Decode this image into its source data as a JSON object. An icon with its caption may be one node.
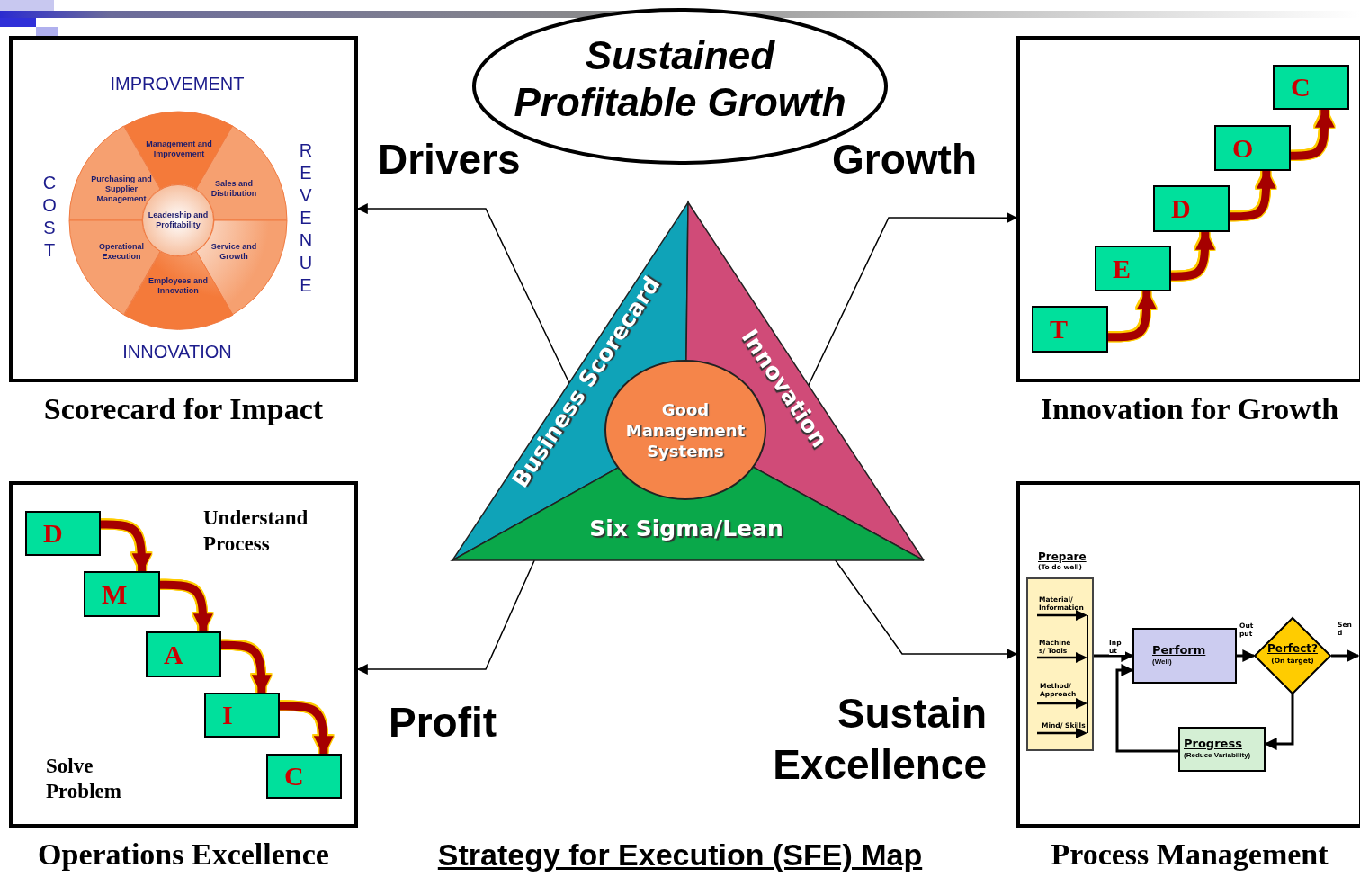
{
  "diagram": {
    "caption": "Strategy for Execution (SFE) Map",
    "nodes": [
      {
        "text": [
          "Sustained Profitable Growth"
        ]
      },
      {
        "text": [
          "Scorecard for Impact"
        ]
      },
      {
        "text": [
          "Management and Improvement"
        ],
        "in": 1
      },
      {
        "text": [
          "Purchasing and Supplier Management"
        ],
        "in": 1
      },
      {
        "text": [
          "Sales and Distribution"
        ],
        "in": 1
      },
      {
        "text": [
          "Leadership and Profitability"
        ],
        "in": 1
      },
      {
        "text": [
          "Operational Execution"
        ],
        "in": 1
      },
      {
        "text": [
          "Service and Growth"
        ],
        "in": 1
      },
      {
        "text": [
          "Employees and Innovation"
        ],
        "in": 1
      },
      {
        "text": [
          "Innovation for Growth"
        ]
      },
      {
        "text": [
          "T"
        ],
        "in": 9
      },
      {
        "text": [
          "E"
        ],
        "in": 9
      },
      {
        "text": [
          "D"
        ],
        "in": 9
      },
      {
        "text": [
          "O"
        ],
        "in": 9
      },
      {
        "text": [
          "C"
        ],
        "in": 9
      },
      {
        "text": [
          "Business Scorecard"
        ]
      },
      {
        "text": [
          "Innovation"
        ]
      },
      {
        "text": [
          "Good Management Systems"
        ]
      },
      {
        "text": [
          "Six Sigma/Lean"
        ]
      },
      {
        "text": [
          "Operations Excellence"
        ]
      },
      {
        "text": [
          "D"
        ],
        "in": 19
      },
      {
        "text": [
          "M"
        ],
        "in": 19
      },
      {
        "text": [
          "A"
        ],
        "in": 19
      },
      {
        "text": [
          "I"
        ],
        "in": 19
      },
      {
        "text": [
          "C"
        ],
        "in": 19
      },
      {
        "text": [
          "Process Management"
        ]
      },
      {
        "text": [
          "Prepare",
          "(To do well)"
        ],
        "in": 25
      },
      {
        "text": [
          "Perform",
          "(Well)"
        ],
        "in": 25
      },
      {
        "text": [
          "Perfect?",
          "(On target)"
        ],
        "in": 25
      },
      {
        "text": [
          "Progress",
          "(Reduce Variability)"
        ],
        "in": 25
      }
    ],
    "edges": [
      {
        "from": 15,
        "to": 1,
        "arrow": "to"
      },
      {
        "from": 16,
        "to": 9,
        "arrow": "to"
      },
      {
        "from": 18,
        "to": 19,
        "arrow": "to"
      },
      {
        "from": 17,
        "to": 25,
        "arrow": "to"
      },
      {
        "from": 10,
        "to": 11,
        "arrow": "to",
        "style": "thick",
        "color": "#a50000"
      },
      {
        "from": 11,
        "to": 12,
        "arrow": "to",
        "style": "thick",
        "color": "#a50000"
      },
      {
        "from": 12,
        "to": 13,
        "arrow": "to",
        "style": "thick",
        "color": "#a50000"
      },
      {
        "from": 13,
        "to": 14,
        "arrow": "to",
        "style": "thick",
        "color": "#a50000"
      },
      {
        "from": 20,
        "to": 21,
        "arrow": "to",
        "style": "thick",
        "color": "#a50000"
      },
      {
        "from": 21,
        "to": 22,
        "arrow": "to",
        "style": "thick",
        "color": "#a50000"
      },
      {
        "from": 22,
        "to": 23,
        "arrow": "to",
        "style": "thick",
        "color": "#a50000"
      },
      {
        "from": 23,
        "to": 24,
        "arrow": "to",
        "style": "thick",
        "color": "#a50000"
      },
      {
        "from": 26,
        "to": 27,
        "arrow": "to",
        "label": "Inp ut"
      },
      {
        "from": 27,
        "to": 28,
        "arrow": "to",
        "label": "Out put"
      },
      {
        "from": 28,
        "to": null,
        "arrow": "to",
        "label": "Sen d"
      },
      {
        "from": 28,
        "to": 29,
        "arrow": "to"
      },
      {
        "from": 29,
        "to": 27,
        "arrow": "to"
      }
    ],
    "labels": [
      "Drivers",
      "Growth",
      "IMPROVEMENT",
      "C O S T",
      "R E V E N U E",
      "INNOVATION",
      "Understand Process",
      "Solve Problem",
      "Profit",
      "Sustain Excellence",
      "Material/ Information",
      "Machine s/ Tools",
      "Method/ Approach",
      "Mind/ Skills"
    ]
  }
}
